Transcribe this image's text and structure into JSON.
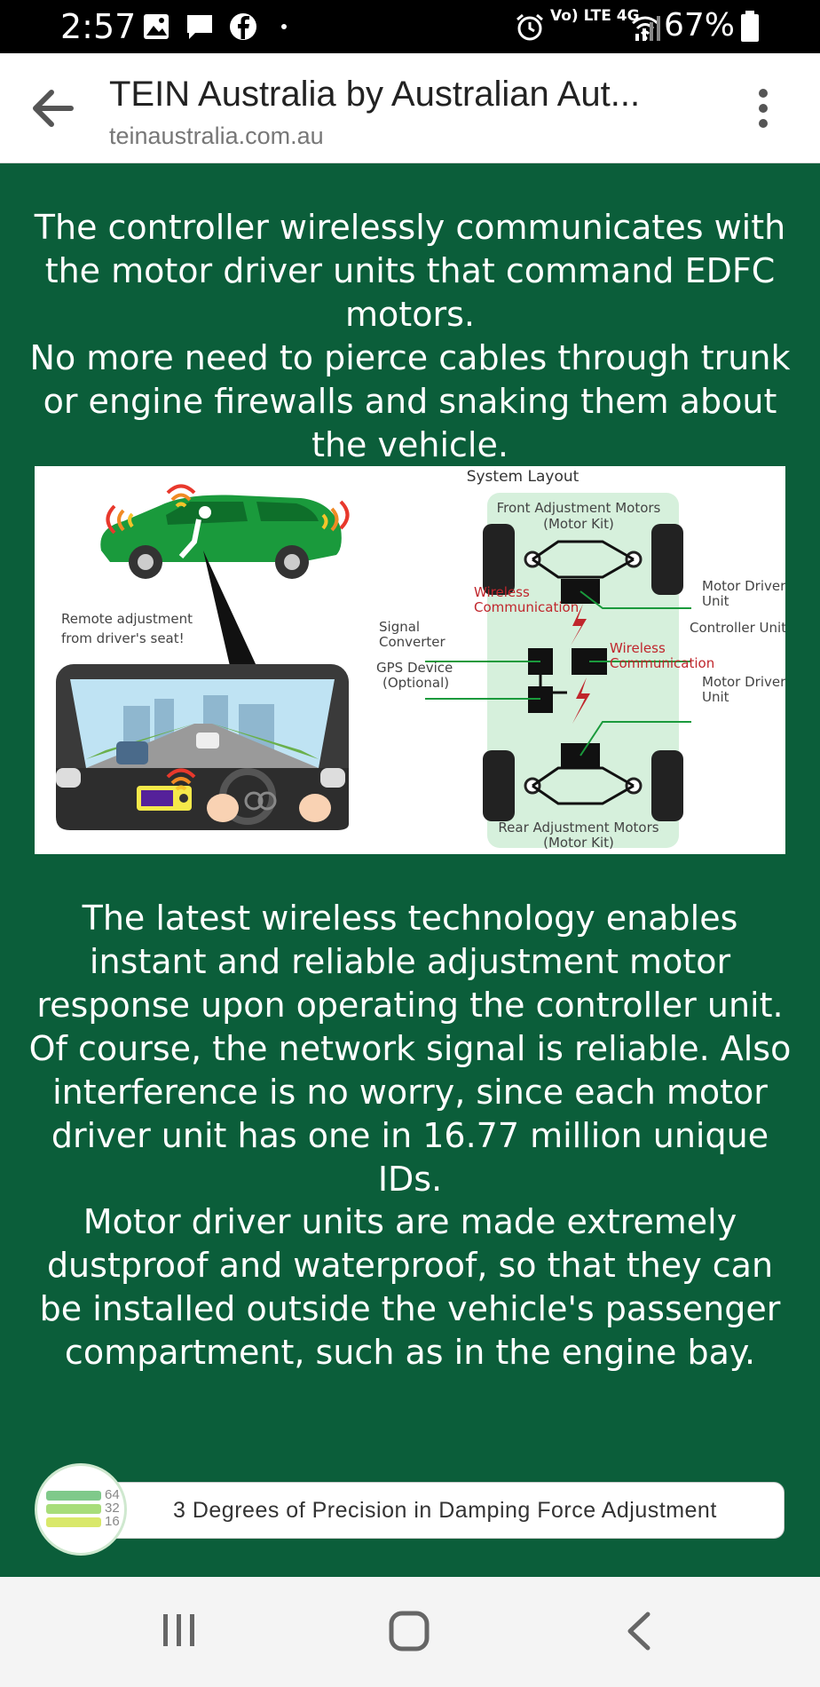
{
  "status": {
    "time": "2:57",
    "network": "Vo) LTE 4G",
    "battery": "67%",
    "icons": [
      "image-icon",
      "message-icon",
      "facebook-icon",
      "alarm-icon",
      "wifi-icon",
      "signal-icon",
      "battery-icon"
    ]
  },
  "header": {
    "title": "TEIN Australia by Australian Aut...",
    "domain": "teinaustralia.com.au"
  },
  "content": {
    "para1": "The controller wirelessly communicates with the motor driver units that command EDFC motors.",
    "para2": "No more need to pierce cables through trunk or engine firewalls and snaking them about the vehicle.",
    "para3": "The latest wireless technology enables instant and reliable adjustment motor response upon operating the controller unit. Of course, the network signal is reliable. Also interference is no worry, since each motor driver unit has one in 16.77 million unique IDs.",
    "para4": "Motor driver units are made extremely dustproof and waterproof, so that they can be installed outside the vehicle's passenger compartment, such as in the engine bay."
  },
  "figure": {
    "system_layout": "System Layout",
    "front_motors_1": "Front Adjustment Motors",
    "front_motors_2": "(Motor Kit)",
    "rear_motors_1": "Rear Adjustment Motors",
    "rear_motors_2": "(Motor Kit)",
    "remote_1": "Remote adjustment",
    "remote_2": "from driver's seat!",
    "wireless_1a": "Wireless",
    "wireless_1b": "Communication",
    "wireless_2a": "Wireless",
    "wireless_2b": "Communication",
    "signal_1": "Signal",
    "signal_2": "Converter",
    "gps_1": "GPS Device",
    "gps_2": "(Optional)",
    "mdu_top_1": "Motor Driver",
    "mdu_top_2": "Unit",
    "controller": "Controller Unit",
    "mdu_bot_1": "Motor Driver",
    "mdu_bot_2": "Unit"
  },
  "banner": {
    "text": "3 Degrees of Precision in Damping Force Adjustment",
    "levels": [
      "64",
      "32",
      "16"
    ]
  },
  "colors": {
    "background": "#0b5e3a",
    "accent_green": "#1a9a3c",
    "wireless_red": "#c0262c"
  }
}
